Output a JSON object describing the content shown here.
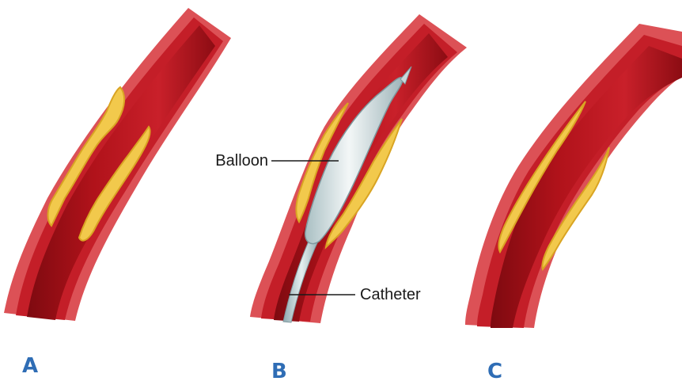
{
  "panels": [
    {
      "letter": "A"
    },
    {
      "letter": "B"
    },
    {
      "letter": "C"
    }
  ],
  "callouts": {
    "balloon": "Balloon",
    "catheter": "Catheter"
  },
  "colors": {
    "vessel_outer": "#d9494e",
    "vessel_wall": "#c8202c",
    "lumen": "#b0121a",
    "lumen_dark": "#7e0a10",
    "plaque": "#f2c94c",
    "plaque_dark": "#d9a423",
    "balloon": "#d8e4e6",
    "letter": "#2f6db5"
  }
}
